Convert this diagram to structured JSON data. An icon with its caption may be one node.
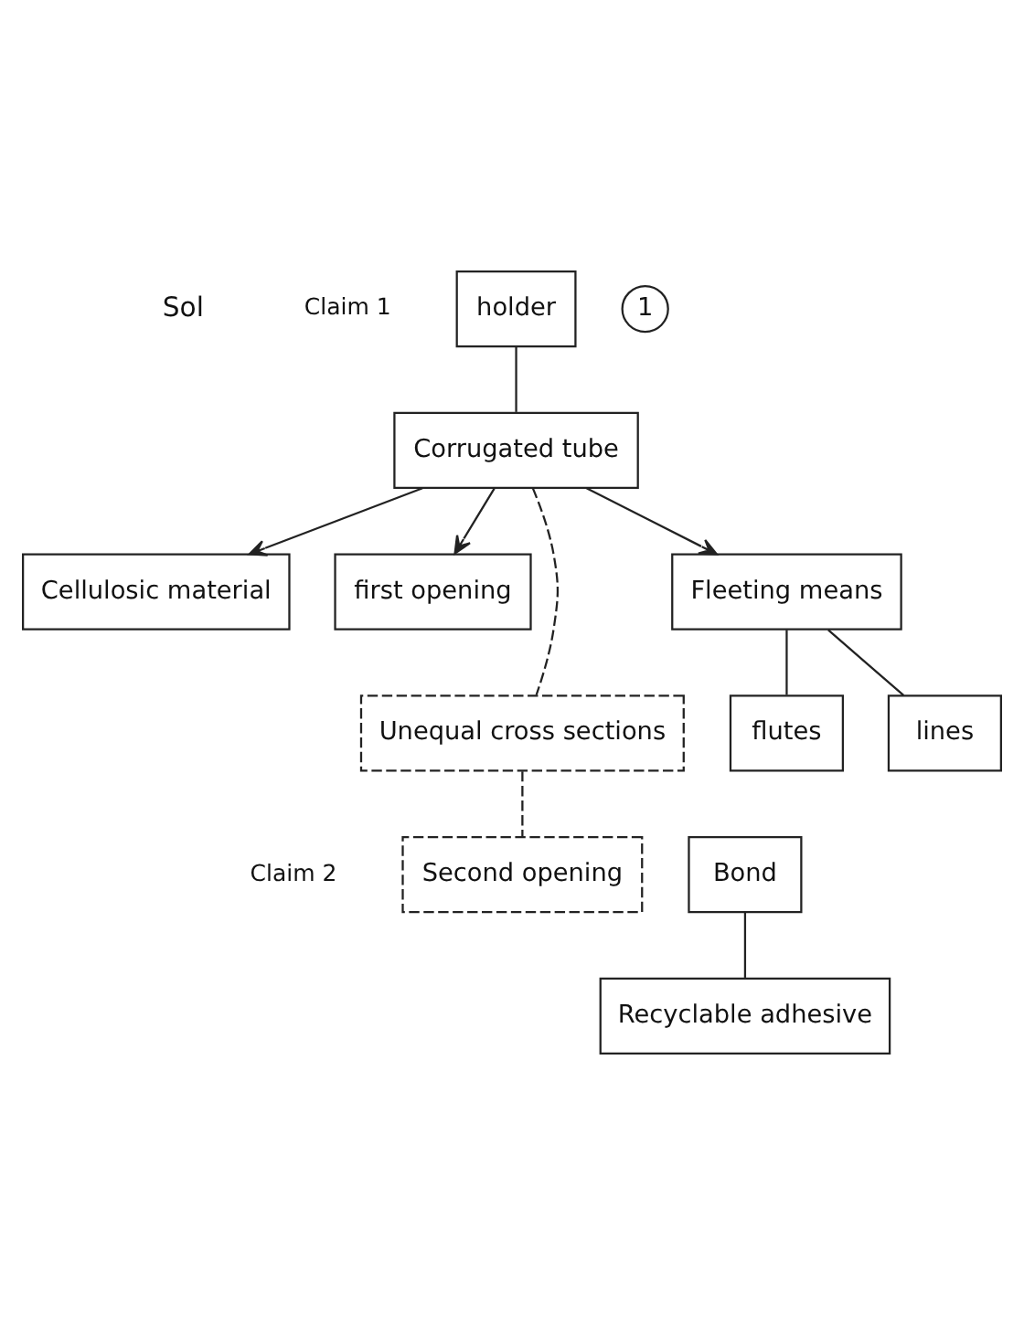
{
  "diagram": {
    "nodes": [
      {
        "text": [
          "1"
        ]
      },
      {
        "text": [
          "holder"
        ]
      },
      {
        "text": [
          "Corrugated tube"
        ]
      },
      {
        "text": [
          "Cellulosic material"
        ]
      },
      {
        "text": [
          "first opening"
        ]
      },
      {
        "text": [
          "Fleeting means"
        ]
      },
      {
        "text": [
          "Unequal cross sections"
        ]
      },
      {
        "text": [
          "flutes"
        ]
      },
      {
        "text": [
          "lines"
        ]
      },
      {
        "text": [
          "Bond"
        ]
      },
      {
        "text": [
          "Second opening"
        ]
      },
      {
        "text": [
          "Recyclable adhesive"
        ]
      }
    ],
    "edges": [
      {
        "from": 1,
        "to": 2,
        "arrow": "none"
      },
      {
        "from": 2,
        "to": 3,
        "arrow": "to"
      },
      {
        "from": 2,
        "to": 4,
        "arrow": "to"
      },
      {
        "from": 2,
        "to": 5,
        "arrow": "to"
      },
      {
        "from": 2,
        "to": 6,
        "arrow": "none",
        "style": "dashed"
      },
      {
        "from": 5,
        "to": 7,
        "arrow": "none"
      },
      {
        "from": 5,
        "to": 8,
        "arrow": "none"
      },
      {
        "from": 6,
        "to": 10,
        "arrow": "none",
        "style": "dashed"
      },
      {
        "from": 9,
        "to": 11,
        "arrow": "none"
      }
    ],
    "labels": [
      "Sol",
      "Claim 1",
      "Claim 2"
    ]
  }
}
